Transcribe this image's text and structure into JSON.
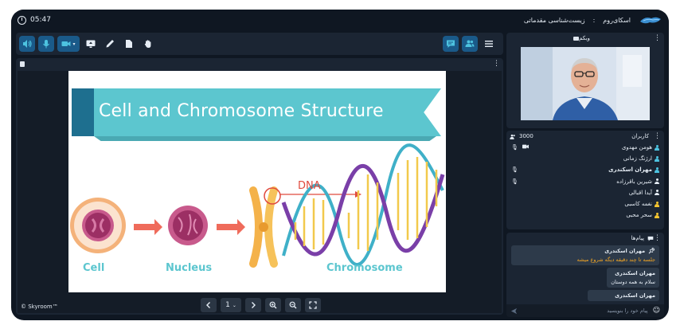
{
  "topbar": {
    "time": "05:47",
    "app_name": "اسکای‌روم",
    "separator": ":",
    "room_title": "زیست‌شناسی مقدماتی"
  },
  "toolbar": {
    "buttons": [
      "speaker-icon",
      "mic-icon",
      "camera-icon",
      "screen-share-icon",
      "pen-icon",
      "file-icon",
      "hand-icon"
    ],
    "right_buttons": [
      "chat-icon",
      "users-icon",
      "menu-icon"
    ]
  },
  "slide": {
    "title": "Cell and Chromosome Structure",
    "labels": {
      "cell": "Cell",
      "nucleus": "Nucleus",
      "chromosome": "Chromosome",
      "dna": "DNA"
    },
    "colors": {
      "accent": "#5cc6cf",
      "banner_dark": "#1e6f8f",
      "arrow": "#ef6b5b"
    }
  },
  "pager": {
    "page": "1"
  },
  "brand": "© Skyroom™",
  "webcam": {
    "title": "وبکم"
  },
  "users": {
    "title": "کاربران",
    "count": "3000",
    "list": [
      {
        "name": "هومن مهدوی",
        "role_color": "#4dc3e0",
        "mic": true,
        "cam": true,
        "bold": false
      },
      {
        "name": "ارژنگ زمانی",
        "role_color": "#4dc3e0",
        "mic": false,
        "cam": false,
        "bold": false
      },
      {
        "name": "مهران اسکندری",
        "role_color": "#4dc3e0",
        "mic": true,
        "cam": false,
        "bold": true
      },
      {
        "name": "شیرین باقرزاده",
        "role_color": "#e6edf5",
        "mic": true,
        "cam": false,
        "bold": false
      },
      {
        "name": "آیدا اقبالی",
        "role_color": "#e6edf5",
        "mic": false,
        "cam": false,
        "bold": false
      },
      {
        "name": "نغمه کاسبی",
        "role_color": "#f4c430",
        "mic": false,
        "cam": false,
        "bold": false
      },
      {
        "name": "سحر محبی",
        "role_color": "#f4c430",
        "mic": false,
        "cam": false,
        "bold": false
      }
    ]
  },
  "messages": {
    "title": "پیام‌ها",
    "pinned": {
      "sender": "مهران اسکندری",
      "text": "جلسه تا چند دقیقه دیگه شروع میشه"
    },
    "items": [
      {
        "sender": "مهران اسکندری",
        "text": "سلام به همه دوستان"
      },
      {
        "sender": "مهران اسکندری",
        "text": ""
      }
    ],
    "compose_placeholder": "پیام خود را بنویسید"
  }
}
